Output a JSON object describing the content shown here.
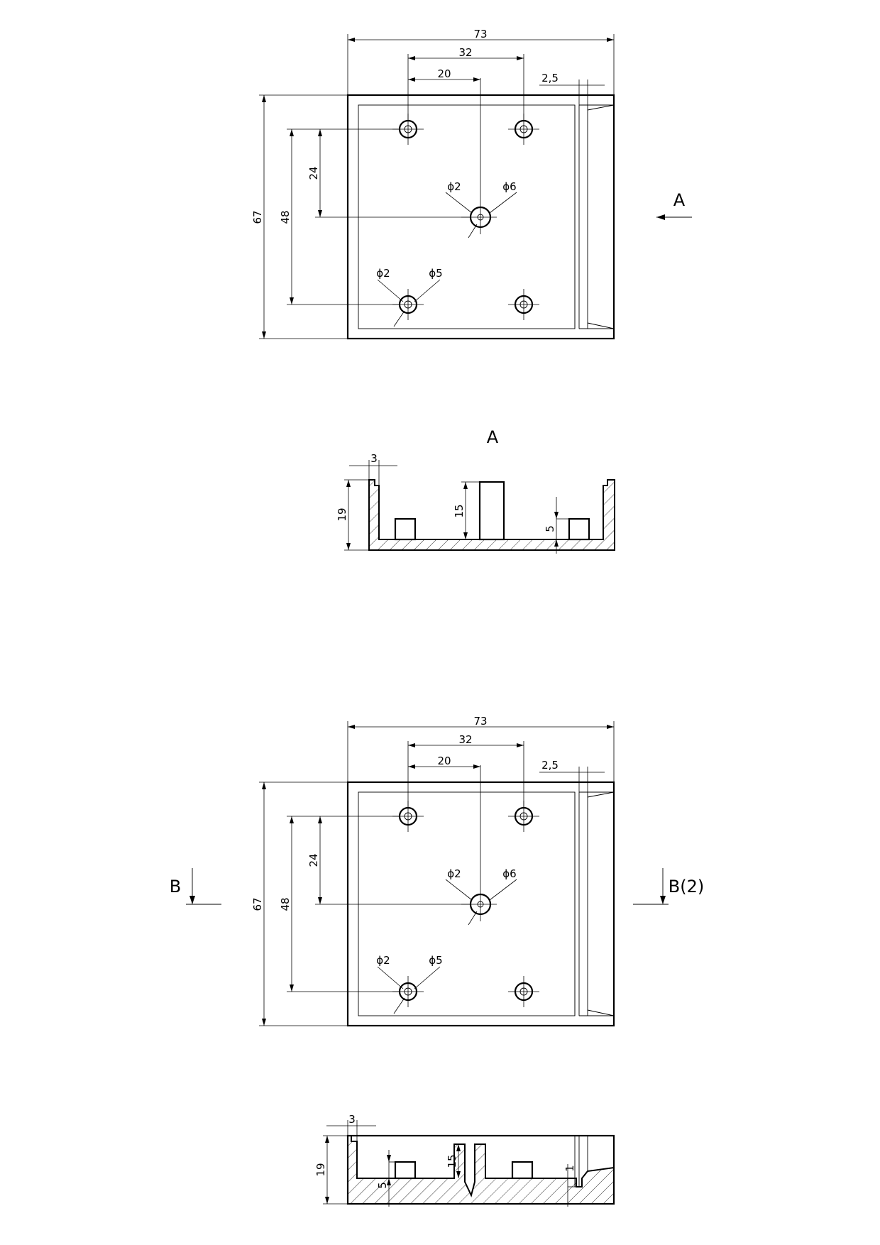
{
  "top_view_1": {
    "dim_width": "73",
    "dim_hole_spacing": "32",
    "dim_center_offset": "20",
    "dim_wall": "2,5",
    "dim_height": "67",
    "dim_hole_vertical": "48",
    "dim_center_vertical": "24",
    "dia_center_inner": "ϕ2",
    "dia_center_outer": "ϕ6",
    "dia_post_inner": "ϕ2",
    "dia_post_outer": "ϕ5",
    "section_marker": "A"
  },
  "section_a": {
    "title": "A",
    "dim_wall": "3",
    "dim_height": "19",
    "dim_post": "15",
    "dim_standoff": "5"
  },
  "top_view_2": {
    "dim_width": "73",
    "dim_hole_spacing": "32",
    "dim_center_offset": "20",
    "dim_wall": "2,5",
    "dim_height": "67",
    "dim_hole_vertical": "48",
    "dim_center_vertical": "24",
    "dia_center_inner": "ϕ2",
    "dia_center_outer": "ϕ6",
    "dia_post_inner": "ϕ2",
    "dia_post_outer": "ϕ5",
    "section_marker_left": "B",
    "section_marker_right": "B(2)"
  },
  "section_b": {
    "dim_wall": "3",
    "dim_height": "19",
    "dim_post": "15",
    "dim_standoff": "5",
    "dim_slot": "1"
  }
}
